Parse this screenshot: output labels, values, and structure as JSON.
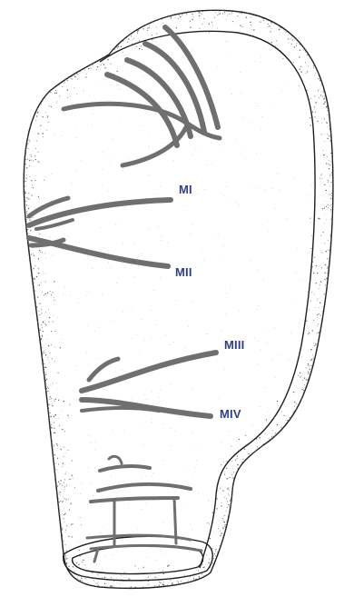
{
  "labels": {
    "m1": "MI",
    "m2": "MII",
    "m3": "MIII",
    "m4": "MIV"
  },
  "colors": {
    "label": "#2f3f8f",
    "muscle": "#6f6f6f",
    "outline": "#1e1e1e",
    "stipple": "#5a5a5a"
  }
}
